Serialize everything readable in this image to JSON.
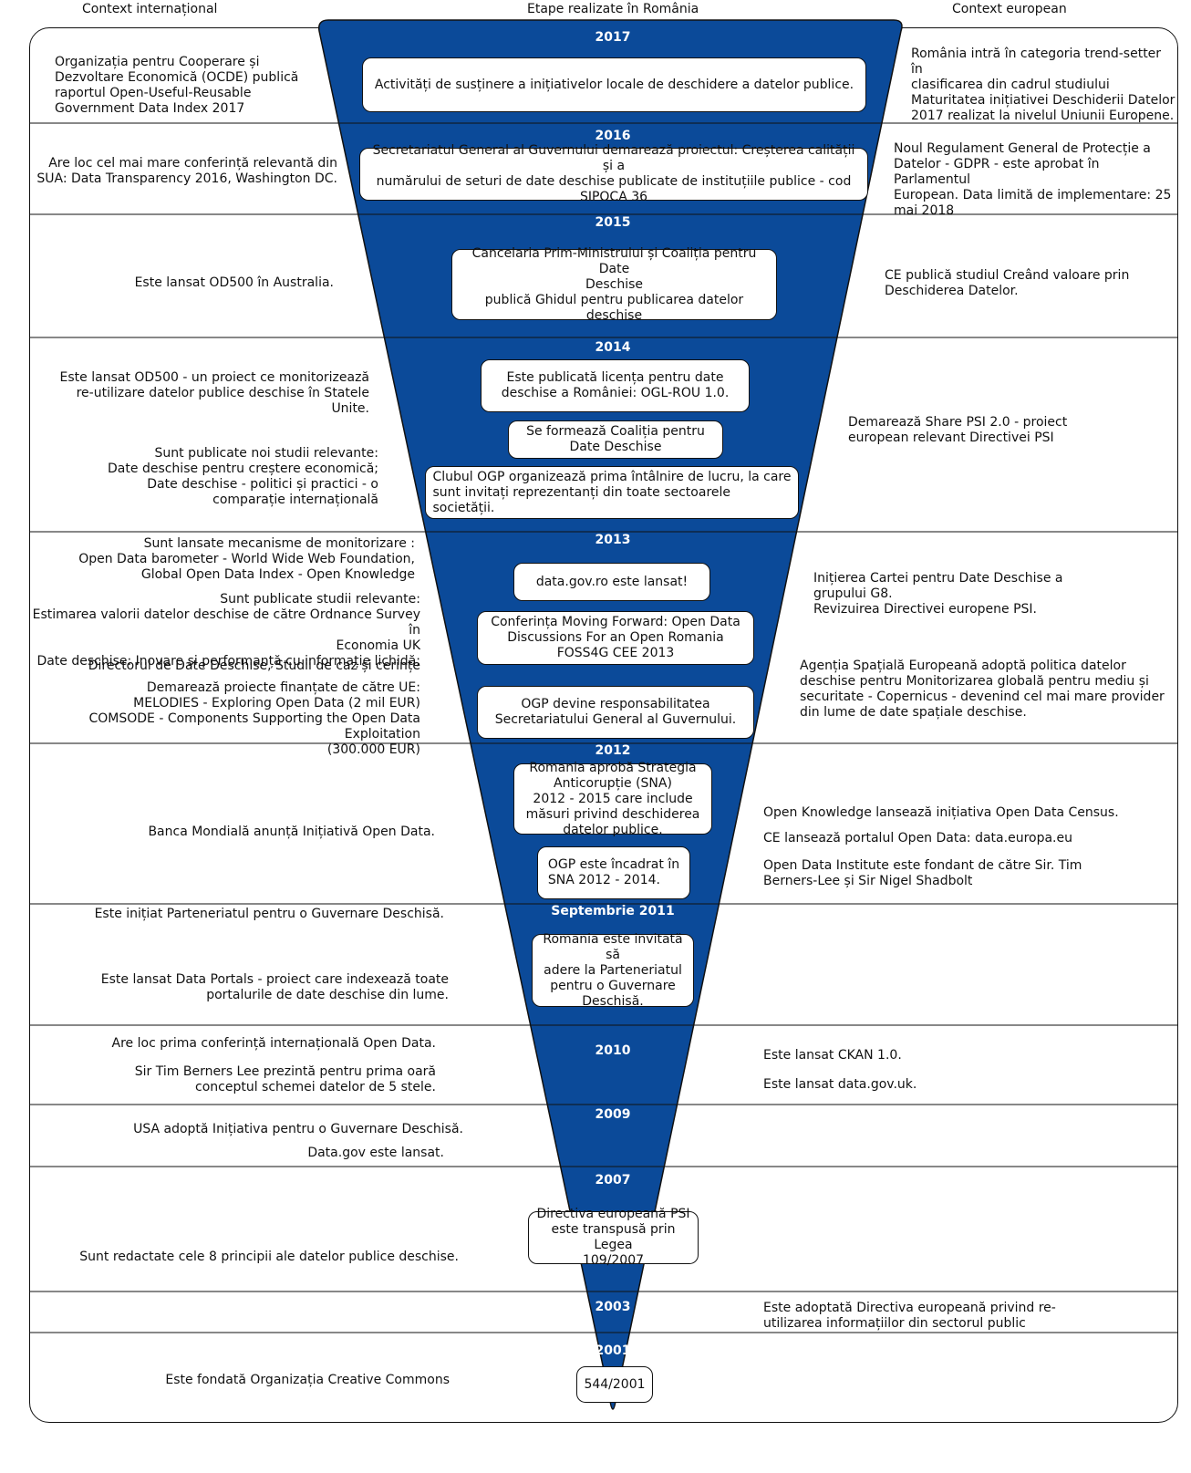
{
  "headers": {
    "left": "Context internațional",
    "center": "Etape realizate în România",
    "right": "Context european"
  },
  "colors": {
    "funnel": "#0b4a99",
    "text": "#111111",
    "box": "#ffffff"
  },
  "rows": [
    {
      "year": "2017",
      "left": [
        "Organizația pentru Cooperare și\nDezvoltare Economică (OCDE) publică\nraportul Open-Useful-Reusable\nGovernment Data Index 2017"
      ],
      "center": [
        "Activități de susținere a inițiativelor locale de deschidere a datelor publice."
      ],
      "right": [
        "România intră în categoria trend-setter în\nclasificarea din cadrul studiului\nMaturitatea inițiativei Deschiderii Datelor\n2017 realizat la nivelul Uniunii Europene."
      ]
    },
    {
      "year": "2016",
      "left": [
        "Are loc cel mai mare conferință relevantă din\nSUA: Data Transparency 2016, Washington DC."
      ],
      "center": [
        "Secretariatul General al Guvernului demarează proiectul: Creșterea calității și a\nnumărului de seturi de date deschise publicate de instituțiile publice - cod\nSIPOCA 36"
      ],
      "right": [
        "Noul Regulament  General de Protecție a\nDatelor - GDPR - este aprobat în Parlamentul\nEuropean. Data limită de  implementare: 25\nmai 2018"
      ]
    },
    {
      "year": "2015",
      "left": [
        "Este lansat OD500 în Australia."
      ],
      "center": [
        "Cancelaria Prim-Ministrului și Coaliția pentru Date\nDeschise\n publică Ghidul pentru publicarea datelor deschise"
      ],
      "right": [
        "CE publică studiul Creând valoare prin\nDeschiderea Datelor."
      ]
    },
    {
      "year": "2014",
      "left": [
        "Este lansat  OD500 - un proiect ce monitorizează\nre-utilizare datelor publice deschise în Statele\nUnite.",
        "Sunt publicate noi studii relevante:\nDate deschise pentru creștere economică;\nDate deschise - politici și practici - o\ncomparație internațională"
      ],
      "center": [
        "Este publicată licența pentru date\ndeschise a României: OGL-ROU 1.0.",
        "Se formează Coaliția pentru\nDate Deschise",
        "Clubul OGP organizează prima întâlnire de lucru, la care\nsunt invitați reprezentanți din toate sectoarele\nsocietății."
      ],
      "right": [
        "Demarează Share PSI 2.0 - proiect\neuropean relevant Directivei PSI"
      ]
    },
    {
      "year": "2013",
      "left": [
        "Sunt lansate mecanisme de monitorizare :\nOpen Data barometer - World Wide Web Foundation,\nGlobal Open Data Index - Open Knowledge",
        "Sunt publicate studii relevante:\nEstimarea valorii datelor deschise de către Ordnance Survey în\nEconomia UK\nDate deschise: Inovare și performanță cu informație lichidă;",
        "Directorul de Date Deschise, Studii de caz și cerințe",
        "Demarează proiecte finanțate de către UE:\nMELODIES - Exploring Open Data (2 mil EUR)\nCOMSODE - Components Supporting the Open Data Exploitation\n(300.000 EUR)"
      ],
      "center": [
        "data.gov.ro este lansat!",
        "Conferința Moving Forward: Open Data\nDiscussions For an Open Romania\nFOSS4G CEE 2013",
        "OGP devine responsabilitatea\nSecretariatului General al Guvernului."
      ],
      "right": [
        "Inițierea Cartei pentru Date Deschise a\ngrupului G8.\nRevizuirea Directivei europene PSI.",
        "Agenția Spațială Europeană adoptă politica datelor\ndeschise pentru Monitorizarea globală pentru mediu și\nsecuritate - Copernicus - devenind cel mai mare provider\ndin lume de date spațiale deschise."
      ]
    },
    {
      "year": "2012",
      "left": [
        "Banca Mondială anunță Inițiativă Open Data."
      ],
      "center": [
        "Romania aprobă Strategia\nAnticorupție (SNA)\n 2012 - 2015 care include\nmăsuri privind deschiderea\ndatelor publice.",
        "OGP este încadrat în\nSNA 2012 - 2014."
      ],
      "right": [
        "Open Knowledge lansează inițiativa Open Data Census.",
        "CE lansează portalul Open Data: data.europa.eu",
        "Open Data Institute este fondant de către Sir. Tim\nBerners-Lee și Sir Nigel Shadbolt"
      ]
    },
    {
      "year": "Septembrie 2011",
      "left": [
        "Este inițiat Parteneriatul pentru o Guvernare Deschisă.",
        "Este lansat Data Portals - proiect care indexează toate\nportalurile de date deschise din lume."
      ],
      "center": [
        "Romania este invitată să\nadere la Parteneriatul\npentru o Guvernare\nDeschisă."
      ],
      "right": []
    },
    {
      "year": "2010",
      "left": [
        "Are loc prima conferință internațională Open Data.",
        "Sir Tim Berners Lee prezintă pentru prima oară\nconceptul schemei datelor de 5 stele."
      ],
      "center": [],
      "right": [
        "Este lansat CKAN 1.0.",
        "Este lansat data.gov.uk."
      ]
    },
    {
      "year": "2009",
      "left": [
        "USA adoptă Inițiativa pentru o Guvernare Deschisă.",
        "Data.gov este lansat."
      ],
      "center": [],
      "right": []
    },
    {
      "year": "2007",
      "left": [
        "Sunt redactate cele 8 principii ale datelor publice deschise."
      ],
      "center": [
        "Directiva europeană PSI\neste transpusă prin Legea\n109/2007"
      ],
      "right": []
    },
    {
      "year": "2003",
      "left": [],
      "center": [],
      "right": [
        "Este adoptată Directiva europeană privind re-\nutilizarea informațiilor din sectorul public"
      ]
    },
    {
      "year": "2001",
      "left": [
        "Este fondată Organizația Creative Commons"
      ],
      "center": [
        "544/2001"
      ],
      "right": []
    }
  ]
}
